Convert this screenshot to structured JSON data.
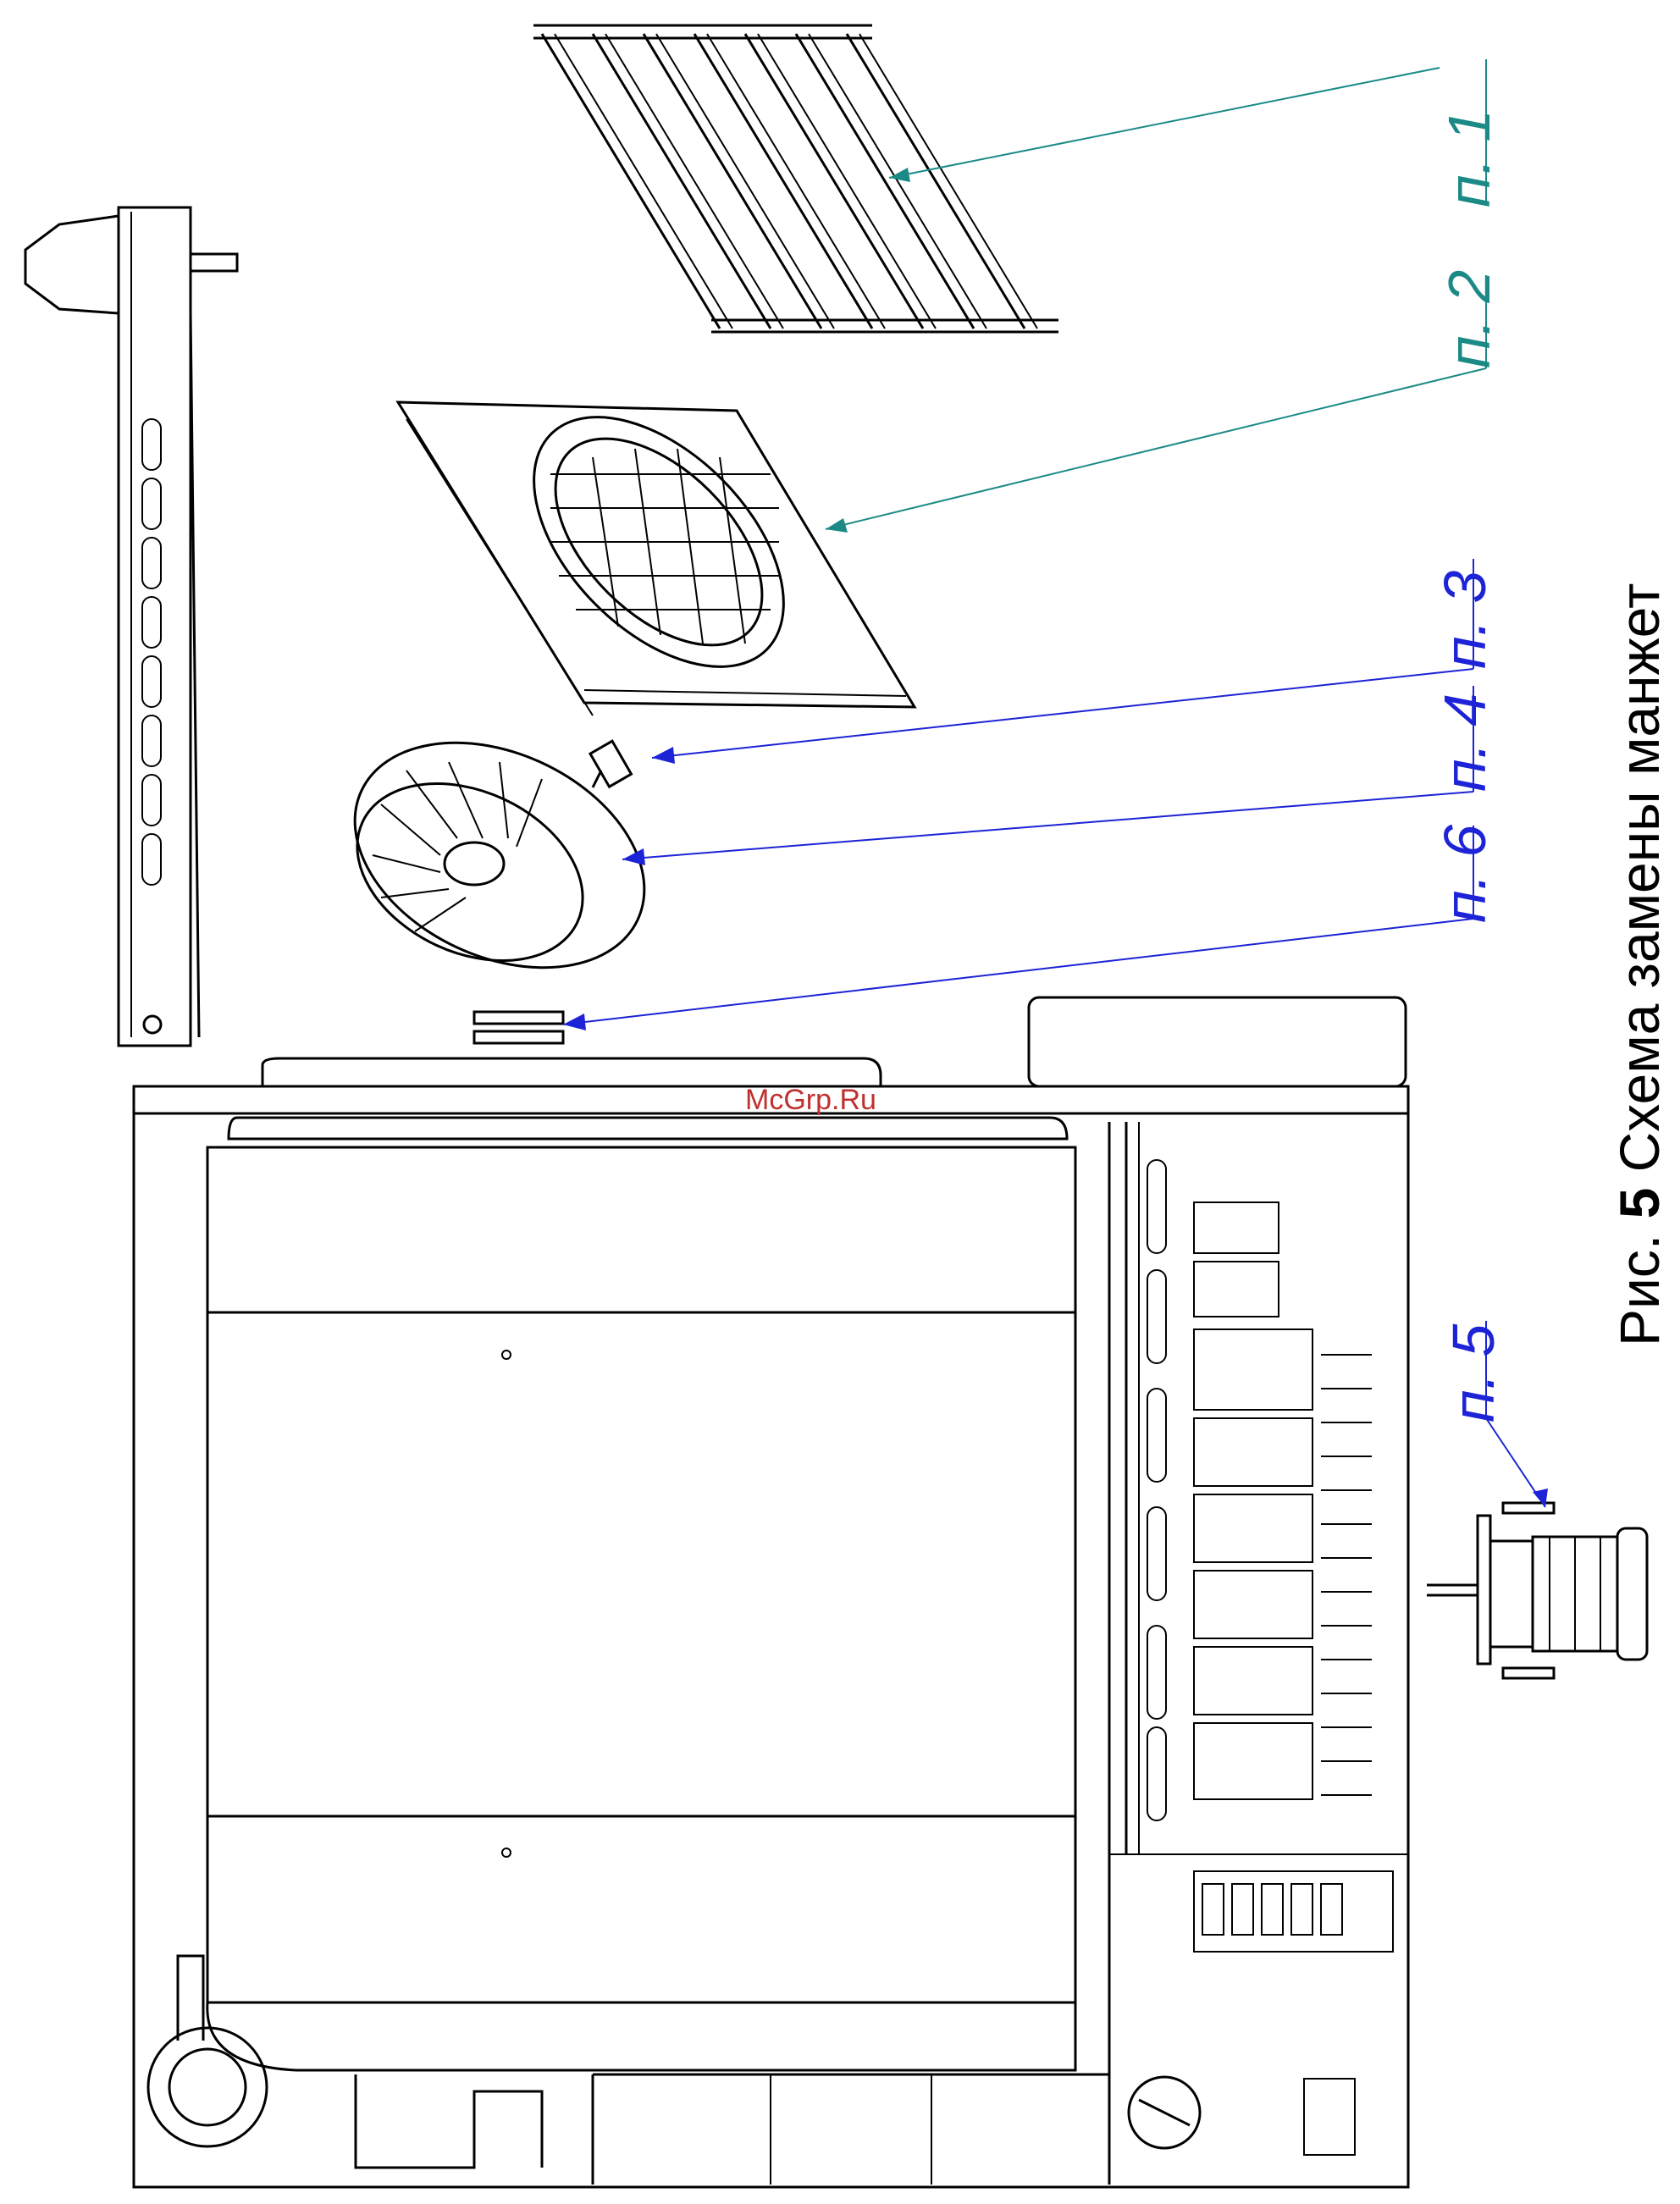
{
  "callouts": {
    "p1": "п. 1",
    "p2": "п. 2",
    "p3": "п. 3",
    "p4": "п. 4",
    "p5": "п. 5",
    "p6": "п. 6"
  },
  "caption": {
    "prefix": "Рис.",
    "number": "5",
    "text": "Схема замены манжет"
  },
  "watermark": "McGrp.Ru",
  "colors": {
    "teal": "#1b8a86",
    "blue": "#1d23d6",
    "watermark": "#c0302e"
  }
}
